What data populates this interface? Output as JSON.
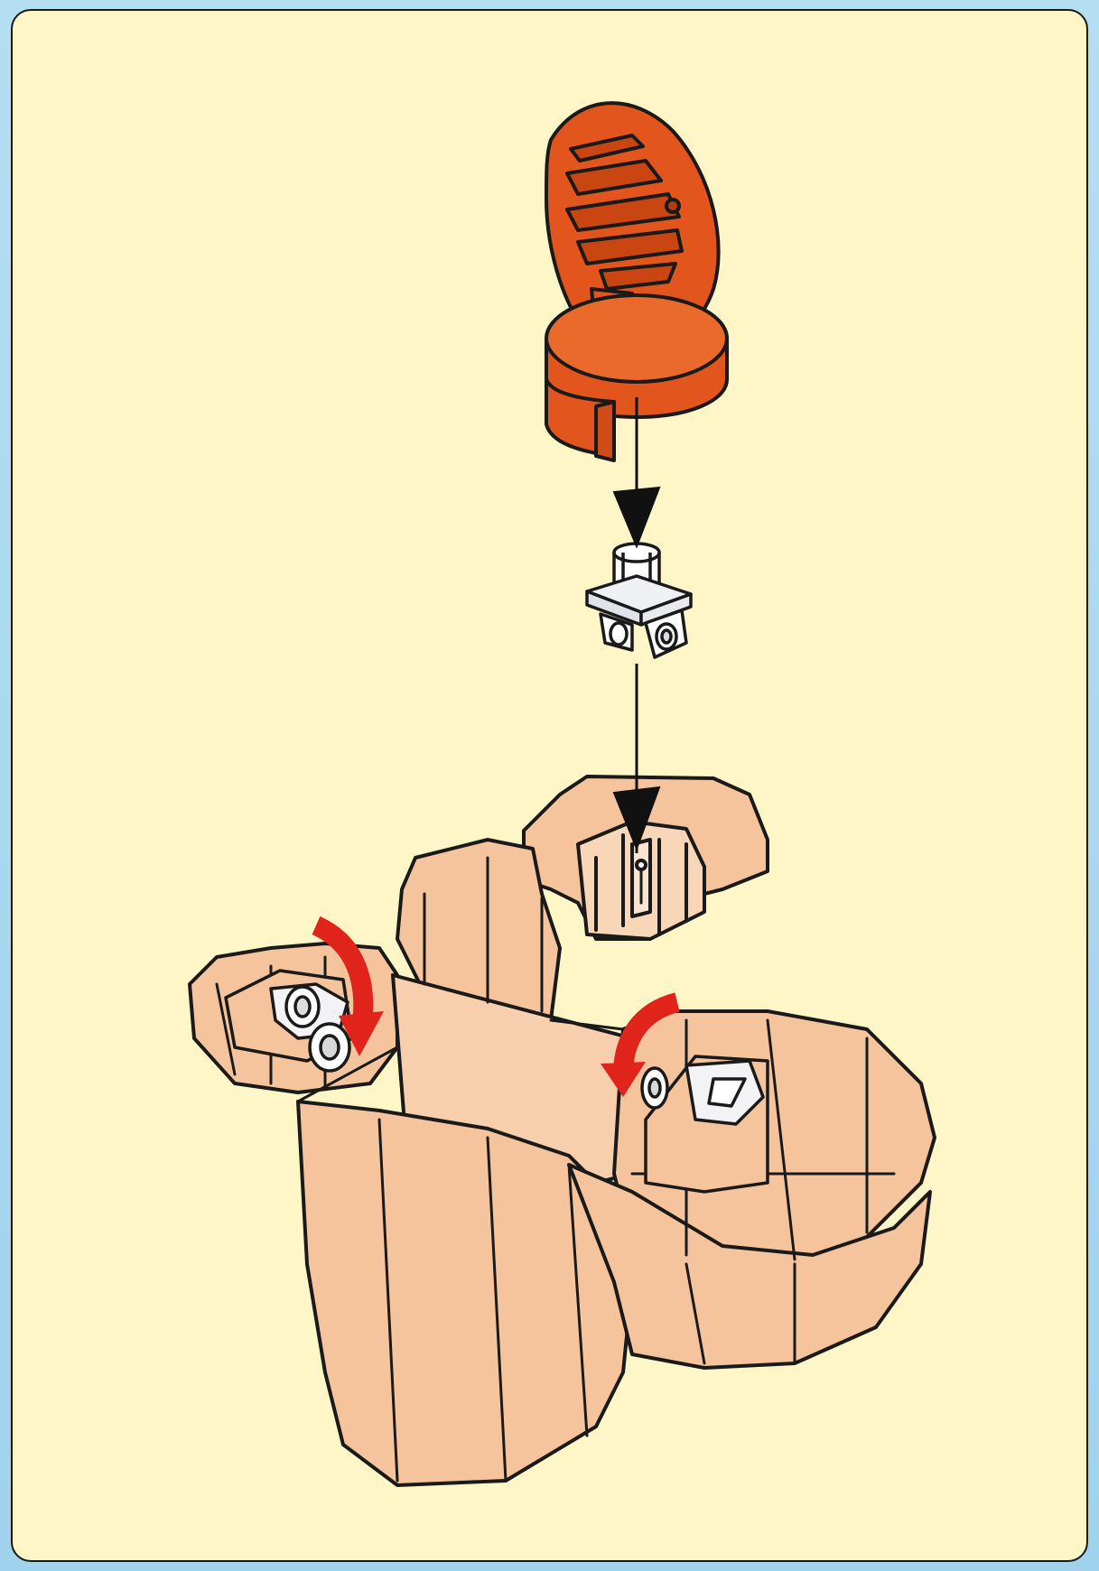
{
  "diagram": {
    "colors": {
      "frame": "#a9d8ef",
      "panel": "#fff6c8",
      "key_part": "#e2561d",
      "base_part": "#f6c49c",
      "connector": "#eef0f4",
      "arrow_black": "#111111",
      "arrow_red": "#e0241c",
      "outline": "#1a1a1a"
    },
    "parts": [
      {
        "name": "orange-key-piece"
      },
      {
        "name": "white-connector-piece"
      },
      {
        "name": "peach-base-unit"
      }
    ],
    "arrows": [
      {
        "name": "down-arrow-to-connector",
        "color": "black"
      },
      {
        "name": "down-arrow-to-base",
        "color": "black"
      },
      {
        "name": "curved-arrow-left-hinge",
        "color": "red"
      },
      {
        "name": "curved-arrow-right-hinge",
        "color": "red"
      }
    ]
  }
}
